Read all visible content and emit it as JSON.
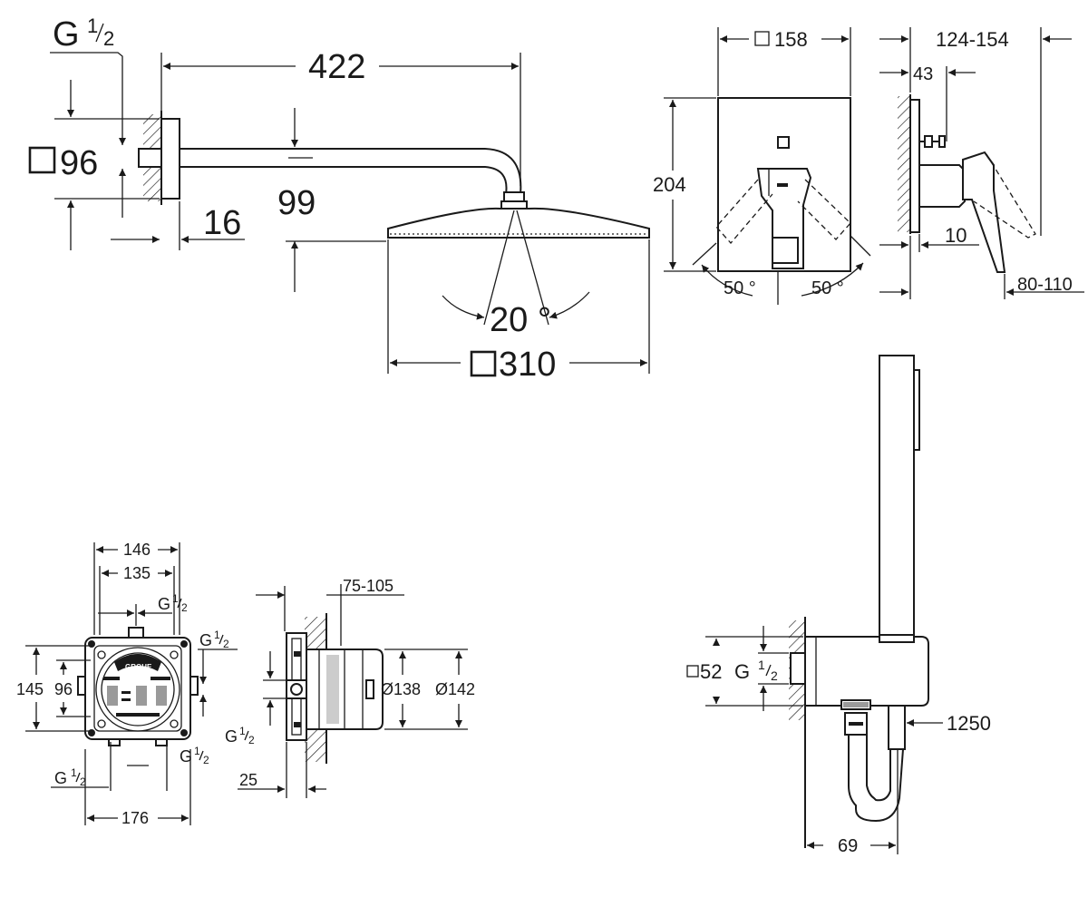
{
  "head_shower": {
    "thread_label": "G",
    "thread_num": "1",
    "thread_den": "2",
    "arm_length": "422",
    "plate_size": "96",
    "plate_offset": "16",
    "drop": "99",
    "tilt_angle": "20 °",
    "head_size": "310"
  },
  "mixer_trim": {
    "plate_size": "158",
    "plate_height": "204",
    "rotation_left": "50 °",
    "rotation_right": "50 °",
    "depth_range": "124-154",
    "lever_offset": "43",
    "plate_depth": "10",
    "projection_range": "80-110"
  },
  "rough_in_box": {
    "width_outer": "146",
    "width_inner": "135",
    "height_outer": "145",
    "height_inner": "96",
    "width_ports": "176",
    "wall_depth_range": "75-105",
    "diameter_inner": "Ø138",
    "diameter_outer": "Ø142",
    "offset": "25",
    "thread_label": "G",
    "thread_num": "1",
    "thread_den": "2",
    "brand_logo": "GROHE"
  },
  "hand_shower": {
    "plate_size": "52",
    "thread_label": "G",
    "thread_num": "1",
    "thread_den": "2",
    "hose_length": "1250",
    "projection": "69"
  }
}
